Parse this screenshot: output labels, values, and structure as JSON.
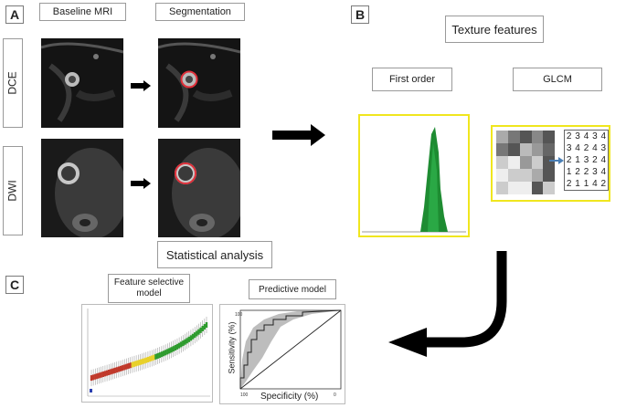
{
  "panels": {
    "a": "A",
    "b": "B",
    "c": "C"
  },
  "section_a": {
    "col_baseline": "Baseline MRI",
    "col_segmentation": "Segmentation",
    "row_dce": "DCE",
    "row_dwi": "DWI"
  },
  "section_b": {
    "title": "Texture features",
    "first_order": "First order",
    "glcm": "GLCM",
    "glcm_matrix": [
      [
        "2",
        "3",
        "4",
        "3",
        "4"
      ],
      [
        "3",
        "4",
        "2",
        "4",
        "3"
      ],
      [
        "2",
        "1",
        "3",
        "2",
        "4"
      ],
      [
        "1",
        "2",
        "2",
        "3",
        "4"
      ],
      [
        "2",
        "1",
        "1",
        "4",
        "2"
      ]
    ]
  },
  "statistical_analysis": "Statistical analysis",
  "section_c": {
    "feature_selective": "Feature selective model",
    "predictive_model": "Predictive model",
    "roc_ylabel": "Sensitivity (%)",
    "roc_xlabel": "Specificity (%)"
  },
  "colors": {
    "highlight_border": "#f0e61e",
    "histogram": "#1e8c32",
    "arrow": "#000000",
    "segmentation": "#e0303a"
  }
}
